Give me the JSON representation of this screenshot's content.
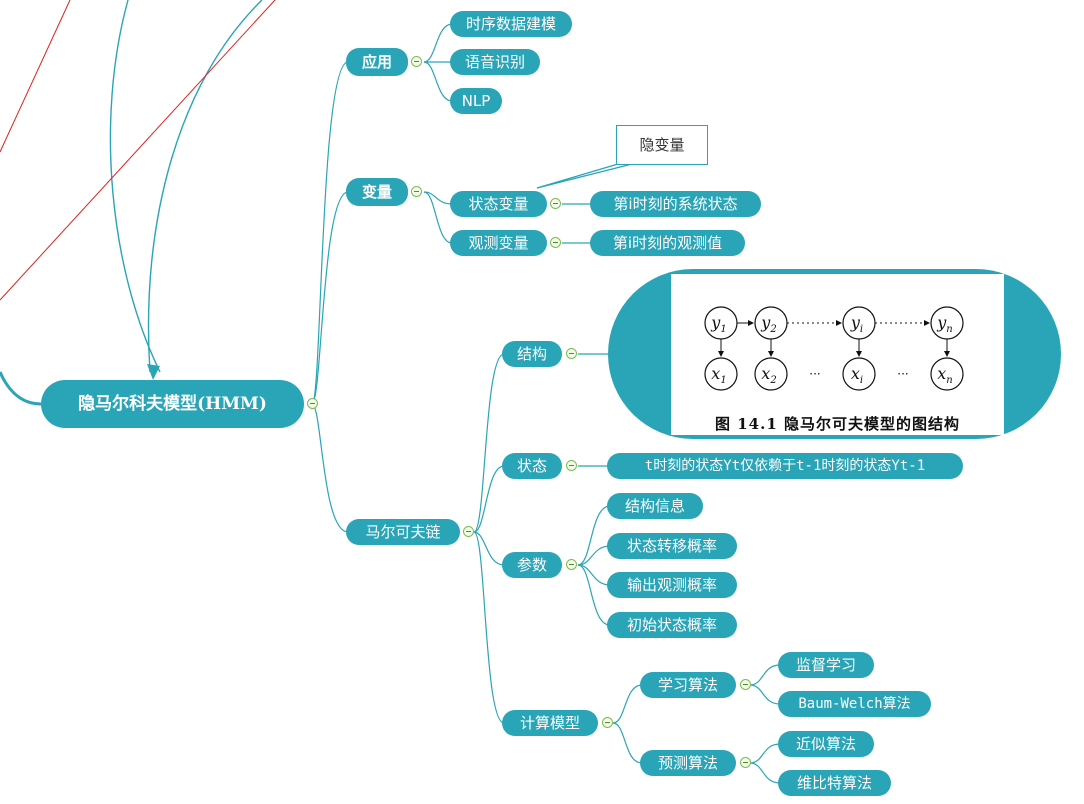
{
  "root": {
    "label": "隐马尔科夫模型(HMM)"
  },
  "branches": {
    "application": {
      "label": "应用",
      "children": [
        "时序数据建模",
        "语音识别",
        "NLP"
      ]
    },
    "variables": {
      "label": "变量",
      "hidden_state": {
        "label": "状态变量",
        "child": "第i时刻的系统状态",
        "callout": "隐变量"
      },
      "observed": {
        "label": "观测变量",
        "child": "第i时刻的观测值"
      }
    },
    "markov_chain": {
      "label": "马尔可夫链",
      "structure": {
        "label": "结构"
      },
      "state": {
        "label": "状态",
        "child": "t时刻的状态Yt仅依赖于t-1时刻的状态Yt-1"
      },
      "parameters": {
        "label": "参数",
        "children": [
          "结构信息",
          "状态转移概率",
          "输出观测概率",
          "初始状态概率"
        ]
      },
      "computation": {
        "label": "计算模型",
        "learning": {
          "label": "学习算法",
          "children": [
            "监督学习",
            "Baum-Welch算法"
          ]
        },
        "prediction": {
          "label": "预测算法",
          "children": [
            "近似算法",
            "维比特算法"
          ]
        }
      }
    }
  },
  "figure": {
    "caption": "图 14.1  隐马尔可夫模型的图结构",
    "top_row": [
      "y1",
      "y2",
      "yi",
      "yn"
    ],
    "bottom_row": [
      "x1",
      "x2",
      "xi",
      "xn"
    ],
    "dots": "···"
  },
  "colors": {
    "node": "#2aa4b7",
    "toggle": "#7dbb52",
    "stray_line": "#e02020"
  }
}
